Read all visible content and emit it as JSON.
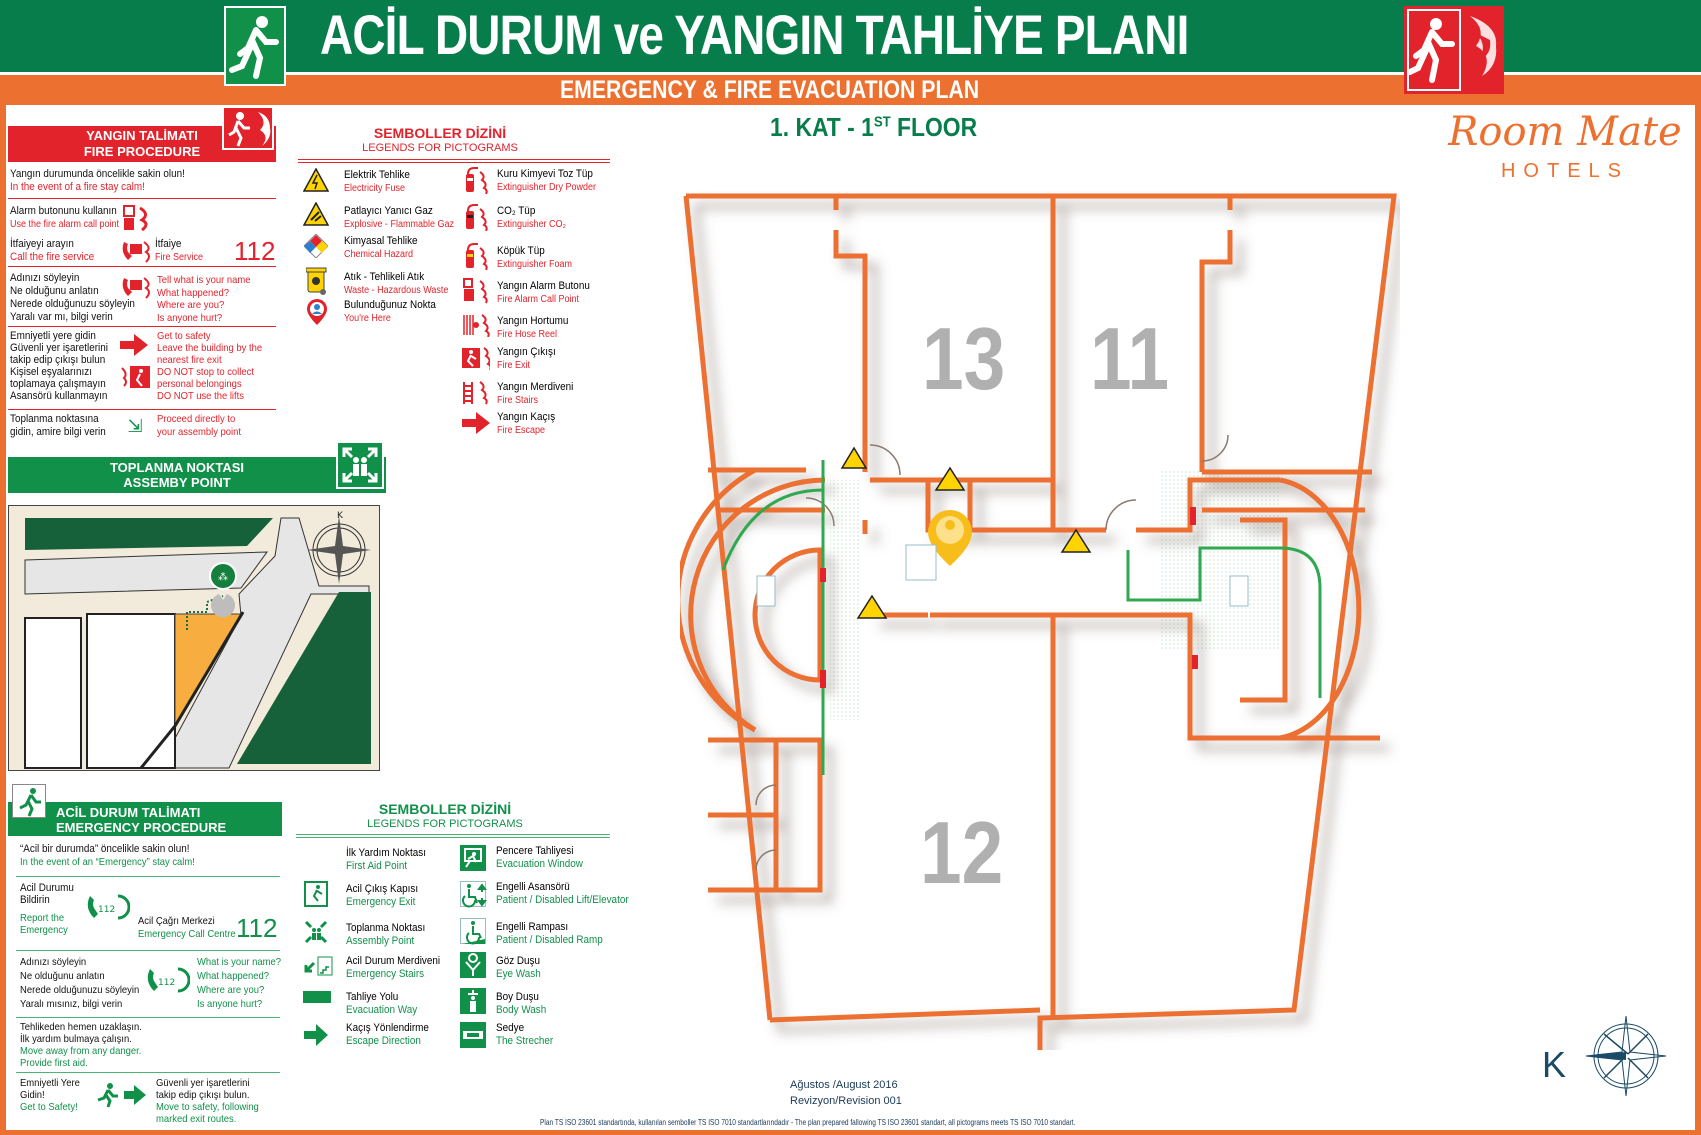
{
  "header": {
    "title": "ACİL DURUM ve YANGIN TAHLİYE PLANI",
    "subtitle": "EMERGENCY & FIRE EVACUATION PLAN",
    "floor_label": "1. KAT - 1",
    "floor_sup": "ST",
    "floor_suffix": " FLOOR",
    "logo_main": "Room Mate",
    "logo_sub": "HOTELS"
  },
  "colors": {
    "green": "#077d4b",
    "orange": "#ec7030",
    "red": "#e3232c",
    "legend_green": "#11904a"
  },
  "fire_procedure": {
    "title_tr": "YANGIN TALİMATI",
    "title_en": "FIRE PROCEDURE",
    "intro_tr": "Yangın durumunda öncelikle sakin olun!",
    "intro_en": "In the event of a fire stay calm!",
    "alarm_tr": "Alarm butonunu kullanın",
    "alarm_en": "Use the fire alarm call point",
    "call_tr": "İtfaiyeyi arayın",
    "call_en": "Call the fire service",
    "service_tr": "İtfaiye",
    "service_en": "Fire Service",
    "number": "112",
    "tell_tr": [
      "Adınızı söyleyin",
      "Ne olduğunu anlatın",
      "Nerede olduğunuzu söyleyin",
      "Yaralı var mı, bilgi verin"
    ],
    "tell_en": [
      "Tell what is your name",
      "What happened?",
      "Where are you?",
      "Is anyone hurt?"
    ],
    "safety_tr": [
      "Emniyetli yere gidin",
      "Güvenli yer işaretlerini",
      "takip edip çıkışı bulun",
      "Kişisel eşyalarınızı",
      "toplamaya çalışmayın",
      "Asansörü kullanmayın"
    ],
    "safety_en": [
      "Get to safety",
      "Leave the building by the",
      "nearest fire exit",
      "DO NOT stop to collect",
      "personal belongings",
      "DO NOT use the lifts"
    ],
    "assembly_tr": [
      "Toplanma noktasına",
      "gidin, amire bilgi verin"
    ],
    "assembly_en": [
      "Proceed directly to",
      "your assembly point"
    ]
  },
  "assembly_point": {
    "title_tr": "TOPLANMA NOKTASI",
    "title_en": "ASSEMBY POINT",
    "compass_label": "K"
  },
  "fire_legend": {
    "title_tr": "SEMBOLLER DİZİNİ",
    "title_en": "LEGENDS FOR PICTOGRAMS",
    "left": [
      {
        "tr": "Elektrik Tehlike",
        "en": "Electricity Fuse",
        "icon": "electric-hazard-icon"
      },
      {
        "tr": "Patlayıcı Yanıcı Gaz",
        "en": "Explosive - Flammable Gaz",
        "icon": "explosive-icon"
      },
      {
        "tr": "Kimyasal Tehlike",
        "en": "Chemical Hazard",
        "icon": "chemical-hazard-icon"
      },
      {
        "tr": "Atık - Tehlikeli Atık",
        "en": "Waste - Hazardous Waste",
        "icon": "hazardous-waste-icon"
      },
      {
        "tr": "Bulunduğunuz Nokta",
        "en": "You're Here",
        "icon": "you-are-here-icon"
      }
    ],
    "right": [
      {
        "tr": "Kuru Kimyevi Toz Tüp",
        "en": "Extinguisher Dry Powder",
        "icon": "extinguisher-powder-icon"
      },
      {
        "tr": "CO₂ Tüp",
        "en": "Extinguisher CO₂",
        "icon": "extinguisher-co2-icon"
      },
      {
        "tr": "Köpük Tüp",
        "en": "Extinguisher Foam",
        "icon": "extinguisher-foam-icon"
      },
      {
        "tr": "Yangın Alarm Butonu",
        "en": "Fire Alarm Call Point",
        "icon": "fire-alarm-icon"
      },
      {
        "tr": "Yangın Hortumu",
        "en": "Fire Hose Reel",
        "icon": "fire-hose-icon"
      },
      {
        "tr": "Yangın Çıkışı",
        "en": "Fire Exit",
        "icon": "fire-exit-icon"
      },
      {
        "tr": "Yangın Merdiveni",
        "en": "Fire Stairs",
        "icon": "fire-stairs-icon"
      },
      {
        "tr": "Yangın Kaçış",
        "en": "Fire Escape",
        "icon": "fire-escape-arrow-icon"
      }
    ]
  },
  "emergency_procedure": {
    "title_tr": "ACİL DURUM TALİMATI",
    "title_en": "EMERGENCY PROCEDURE",
    "intro_tr": "“Acil bir durumda” öncelikle sakin olun!",
    "intro_en": "In the event of an “Emergency” stay calm!",
    "report_tr": [
      "Acil Durumu",
      "Bildirin"
    ],
    "report_en": [
      "Report the",
      "Emergency"
    ],
    "centre_tr": "Acil Çağrı Merkezi",
    "centre_en": "Emergency Call Centre",
    "number": "112",
    "tell_tr": [
      "Adınızı söyleyin",
      "Ne olduğunu anlatın",
      "Nerede olduğunuzu söyleyin",
      "Yaralı mısınız, bilgi verin"
    ],
    "tell_en": [
      "What is your name?",
      "What happened?",
      "Where are you?",
      "Is anyone hurt?"
    ],
    "danger_tr": [
      "Tehlikeden hemen uzaklaşın.",
      "İlk yardım bulmaya çalışın."
    ],
    "danger_en": [
      "Move away from any danger.",
      "Provide first aid."
    ],
    "safe_tr": [
      "Emniyetli Yere",
      "Gidin!"
    ],
    "safe_en": "Get to Safety!",
    "follow_tr": [
      "Güvenli yer işaretlerini",
      "takip edip çıkışı bulun."
    ],
    "follow_en": [
      "Move to safety, following",
      "marked exit routes."
    ]
  },
  "emergency_legend": {
    "title_tr": "SEMBOLLER DİZİNİ",
    "title_en": "LEGENDS FOR PICTOGRAMS",
    "left": [
      {
        "tr": "İlk Yardım Noktası",
        "en": "First Aid Point",
        "icon": "first-aid-icon"
      },
      {
        "tr": "Acil Çıkış Kapısı",
        "en": "Emergency Exit",
        "icon": "emergency-exit-icon"
      },
      {
        "tr": "Toplanma Noktası",
        "en": "Assembly Point",
        "icon": "assembly-point-icon"
      },
      {
        "tr": "Acil Durum Merdiveni",
        "en": "Emergency Stairs",
        "icon": "emergency-stairs-icon"
      },
      {
        "tr": "Tahliye Yolu",
        "en": "Evacuation Way",
        "icon": "evacuation-way-icon"
      },
      {
        "tr": "Kaçış Yönlendirme",
        "en": "Escape Direction",
        "icon": "escape-arrow-icon"
      }
    ],
    "right": [
      {
        "tr": "Pencere Tahliyesi",
        "en": "Evacuation Window",
        "icon": "evacuation-window-icon"
      },
      {
        "tr": "Engelli Asansörü",
        "en": "Patient / Disabled Lift/Elevator",
        "icon": "disabled-lift-icon"
      },
      {
        "tr": "Engelli Rampası",
        "en": "Patient / Disabled Ramp",
        "icon": "disabled-ramp-icon"
      },
      {
        "tr": "Göz Duşu",
        "en": "Eye Wash",
        "icon": "eye-wash-icon"
      },
      {
        "tr": "Boy Duşu",
        "en": "Body Wash",
        "icon": "body-wash-icon"
      },
      {
        "tr": "Sedye",
        "en": "The Strecher",
        "icon": "stretcher-icon"
      }
    ]
  },
  "floor_plan": {
    "rooms": [
      "13",
      "11",
      "12"
    ],
    "compass_label": "K"
  },
  "footer": {
    "date": "Ağustos /August 2016",
    "revision": "Revizyon/Revision  001",
    "note": "Plan TS ISO 23601 standartında, kullanılan semboller TS ISO 7010 standartlarındadır - The plan prepared fallowing TS ISO 23601 standart, all pictograms meets TS ISO 7010 standart."
  }
}
